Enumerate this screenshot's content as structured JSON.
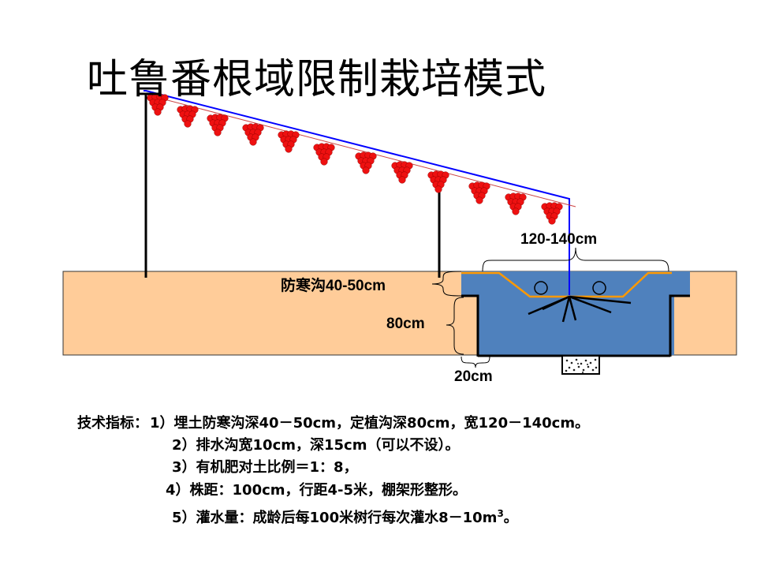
{
  "title": "吐鲁番根域限制栽培模式",
  "labels": {
    "width": "120-140cm",
    "cold_ditch": "防寒沟40-50cm",
    "depth": "80cm",
    "drain_width": "20cm"
  },
  "tech": {
    "heading": "技术指标：",
    "items": [
      "1）埋土防寒沟深40－50cm，定植沟深80cm，宽120－140cm。",
      "2）排水沟宽10cm，深15cm（可以不设）。",
      "3）有机肥对土比例＝1：8，",
      "4）株距：100cm，行距4-5米，棚架形整形。"
    ],
    "item5_text": "5）灌水量：成龄后每100米树行每次灌水8－10m",
    "item5_sup": "3",
    "item5_tail": "。"
  },
  "colors": {
    "soil": "#ffcc99",
    "water": "#4f81bd",
    "trellis_wire": "#0000ff",
    "grape": "#ee1111",
    "guide_line": "#cc3333"
  },
  "icons": [
    "grape-cluster-icon"
  ]
}
